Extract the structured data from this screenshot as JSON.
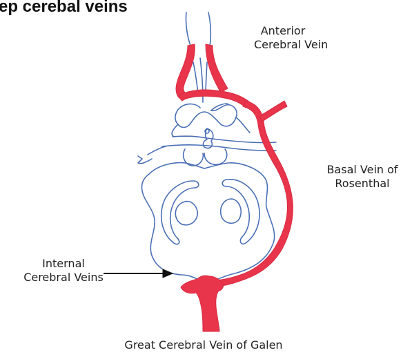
{
  "title": "ep cerebal veins",
  "labels": {
    "anterior_line1": "Anterior",
    "anterior_line2": "Cerebral Vein",
    "basal_line1": "Basal Vein of",
    "basal_line2": "Rosenthal",
    "internal_line1": "Internal",
    "internal_line2": "Cerebral Veins",
    "galen": "Great Cerebral Vein of Galen"
  },
  "colors": {
    "vein_red": "#e8354b",
    "outline_blue": "#4a6fb5",
    "arrow": "#111111"
  }
}
